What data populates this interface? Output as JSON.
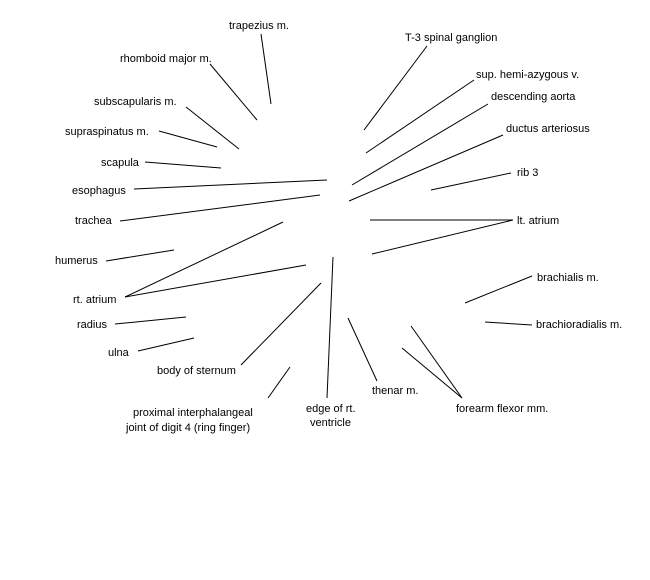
{
  "labels": {
    "trapezius": "trapezius m.",
    "t3_ganglion": "T-3 spinal ganglion",
    "rhomboid": "rhomboid major m.",
    "hemiazygous": "sup. hemi-azygous v.",
    "desc_aorta": "descending aorta",
    "subscapularis": "subscapularis m.",
    "ductus": "ductus arteriosus",
    "supraspinatus": "supraspinatus m.",
    "scapula": "scapula",
    "rib3": "rib 3",
    "esophagus": "esophagus",
    "trachea": "trachea",
    "lt_atrium": "lt. atrium",
    "humerus": "humerus",
    "brachialis": "brachialis m.",
    "rt_atrium": "rt. atrium",
    "brachioradialis": "brachioradialis m.",
    "radius": "radius",
    "ulna": "ulna",
    "sternum": "body of sternum",
    "thenar": "thenar m.",
    "forearm_flexor": "forearm flexor mm.",
    "pip_line1": "proximal interphalangeal",
    "pip_line2": "joint of digit  4 (ring finger)",
    "edge_rv_line1": "edge of rt.",
    "edge_rv_line2": "ventricle"
  }
}
